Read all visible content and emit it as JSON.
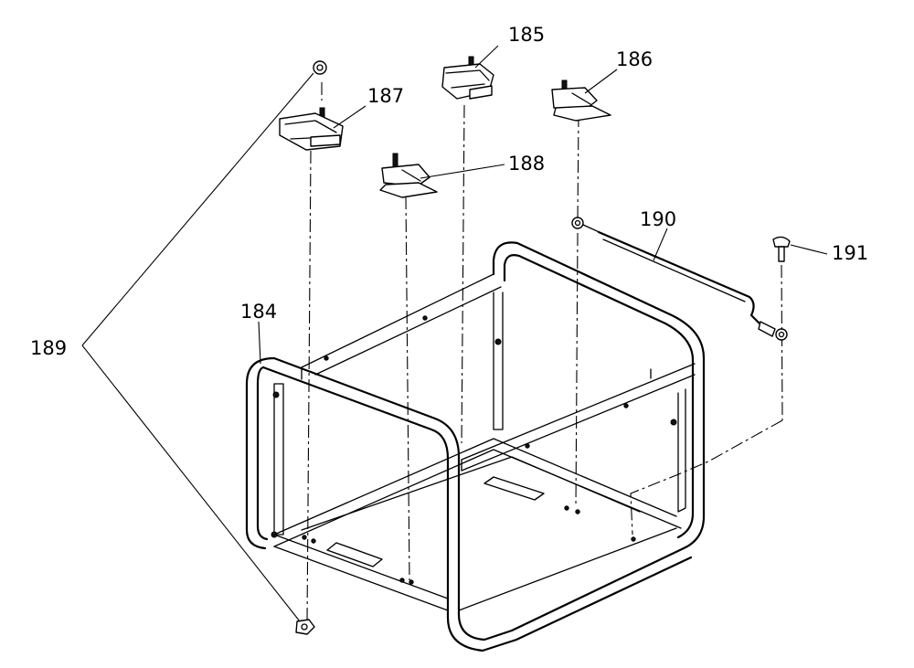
{
  "diagram": {
    "parts": [
      {
        "id": "184",
        "label": "184"
      },
      {
        "id": "185",
        "label": "185"
      },
      {
        "id": "186",
        "label": "186"
      },
      {
        "id": "187",
        "label": "187"
      },
      {
        "id": "188",
        "label": "188"
      },
      {
        "id": "189",
        "label": "189"
      },
      {
        "id": "190",
        "label": "190"
      },
      {
        "id": "191",
        "label": "191"
      }
    ]
  }
}
